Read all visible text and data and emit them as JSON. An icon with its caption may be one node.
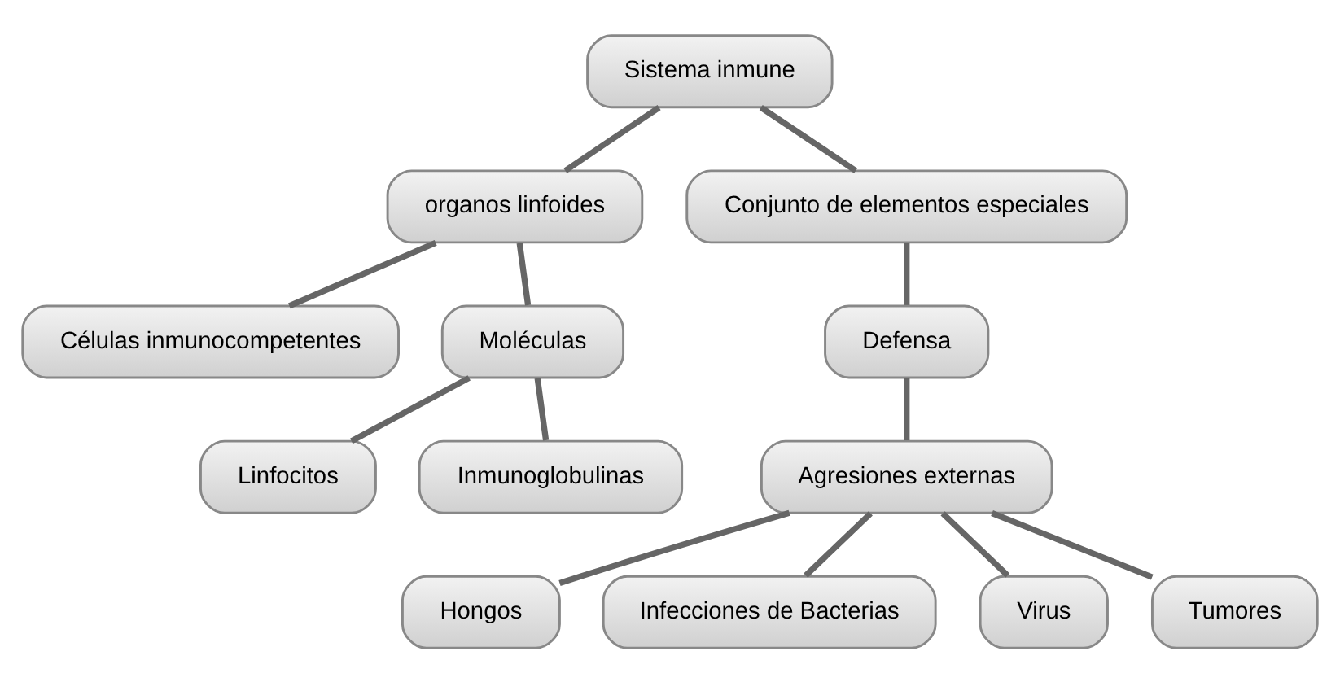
{
  "diagram": {
    "nodes": [
      {
        "text": [
          "Sistema inmune"
        ]
      },
      {
        "text": [
          "organos linfoides"
        ]
      },
      {
        "text": [
          "Conjunto de elementos especiales"
        ]
      },
      {
        "text": [
          "Células inmunocompetentes"
        ]
      },
      {
        "text": [
          "Moléculas"
        ]
      },
      {
        "text": [
          "Defensa"
        ]
      },
      {
        "text": [
          "Linfocitos"
        ]
      },
      {
        "text": [
          "Inmunoglobulinas"
        ]
      },
      {
        "text": [
          "Agresiones externas"
        ]
      },
      {
        "text": [
          "Hongos"
        ]
      },
      {
        "text": [
          "Infecciones de Bacterias"
        ]
      },
      {
        "text": [
          "Virus"
        ]
      },
      {
        "text": [
          "Tumores"
        ]
      }
    ],
    "edges": [
      {
        "from": 0,
        "to": 1,
        "arrow": "none"
      },
      {
        "from": 0,
        "to": 2,
        "arrow": "none"
      },
      {
        "from": 1,
        "to": 3,
        "arrow": "none"
      },
      {
        "from": 1,
        "to": 4,
        "arrow": "none"
      },
      {
        "from": 4,
        "to": 6,
        "arrow": "none"
      },
      {
        "from": 4,
        "to": 7,
        "arrow": "none"
      },
      {
        "from": 2,
        "to": 5,
        "arrow": "none"
      },
      {
        "from": 5,
        "to": 8,
        "arrow": "none"
      },
      {
        "from": 8,
        "to": 9,
        "arrow": "none"
      },
      {
        "from": 8,
        "to": 10,
        "arrow": "none"
      },
      {
        "from": 8,
        "to": 11,
        "arrow": "none"
      },
      {
        "from": 8,
        "to": 12,
        "arrow": "none"
      }
    ]
  }
}
